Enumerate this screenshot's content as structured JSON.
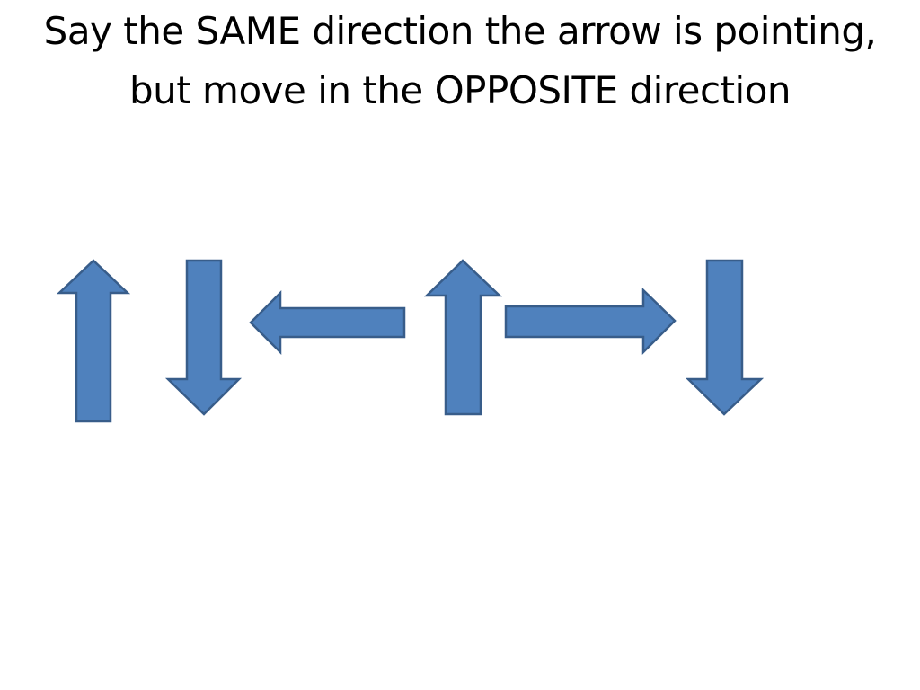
{
  "slide": {
    "title": "Say the SAME direction the arrow is pointing, but move in the OPPOSITE direction"
  },
  "arrows": [
    {
      "direction": "up",
      "icon": "arrow-up-icon"
    },
    {
      "direction": "down",
      "icon": "arrow-down-icon"
    },
    {
      "direction": "left",
      "icon": "arrow-left-icon"
    },
    {
      "direction": "up",
      "icon": "arrow-up-icon"
    },
    {
      "direction": "right",
      "icon": "arrow-right-icon"
    },
    {
      "direction": "down",
      "icon": "arrow-down-icon"
    }
  ],
  "colors": {
    "arrow_fill": "#4f81bd",
    "arrow_stroke": "#385d8a",
    "text": "#000000",
    "background": "#ffffff"
  }
}
